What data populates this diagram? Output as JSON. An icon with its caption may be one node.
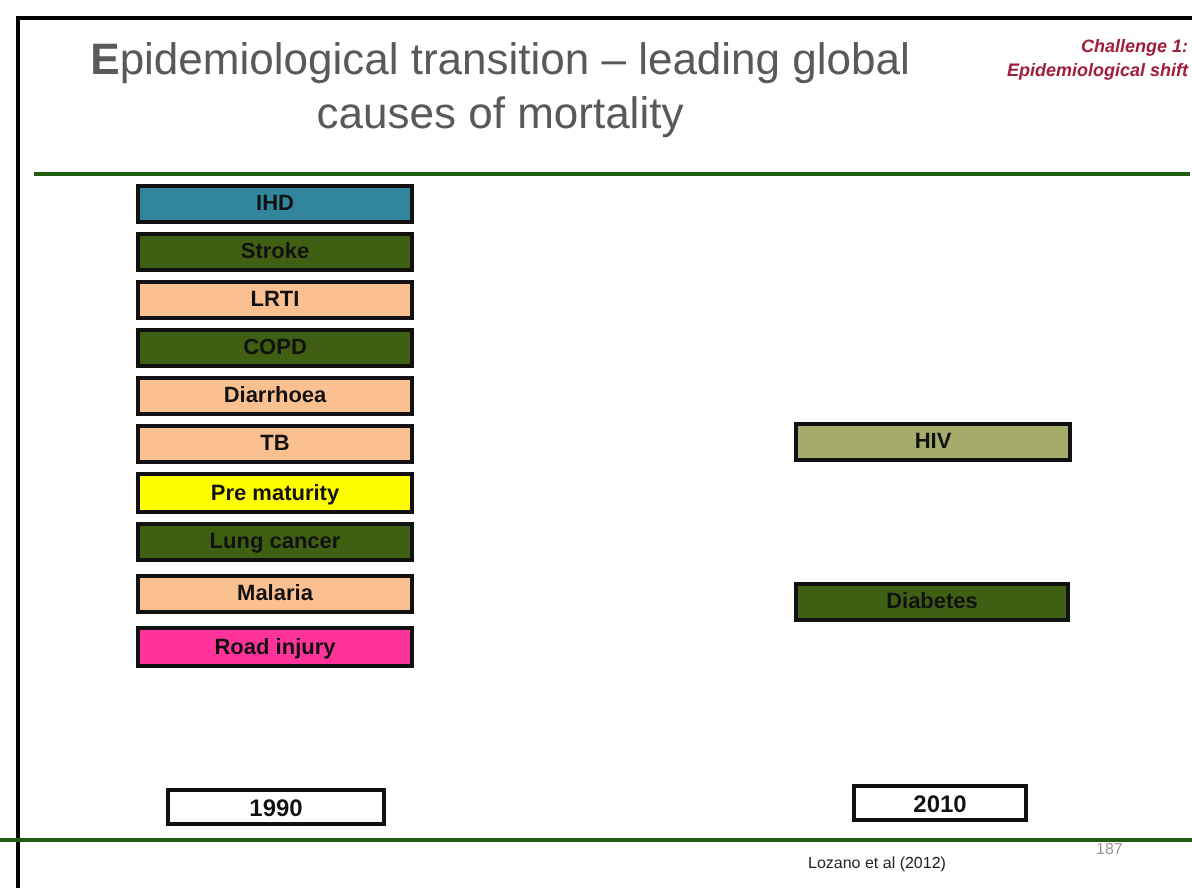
{
  "diagram": {
    "title": "**E**pidemiological transition – leading global causes of mortality",
    "nodes": [
      {
        "text": [
          "IHD"
        ]
      },
      {
        "text": [
          "Stroke"
        ]
      },
      {
        "text": [
          "LRTI"
        ]
      },
      {
        "text": [
          "COPD"
        ]
      },
      {
        "text": [
          "Diarrhoea"
        ]
      },
      {
        "text": [
          "TB"
        ]
      },
      {
        "text": [
          "Pre maturity"
        ]
      },
      {
        "text": [
          "Lung cancer"
        ]
      },
      {
        "text": [
          "Malaria"
        ]
      },
      {
        "text": [
          "Road injury"
        ]
      },
      {
        "text": [
          "HIV"
        ]
      },
      {
        "text": [
          "Diabetes"
        ]
      },
      {
        "text": [
          "1990"
        ]
      },
      {
        "text": [
          "2010"
        ]
      }
    ],
    "edges": [],
    "labels": [
      "Challenge 1: Epidemiological shift",
      "Lozano et al (2012)",
      "187"
    ]
  }
}
